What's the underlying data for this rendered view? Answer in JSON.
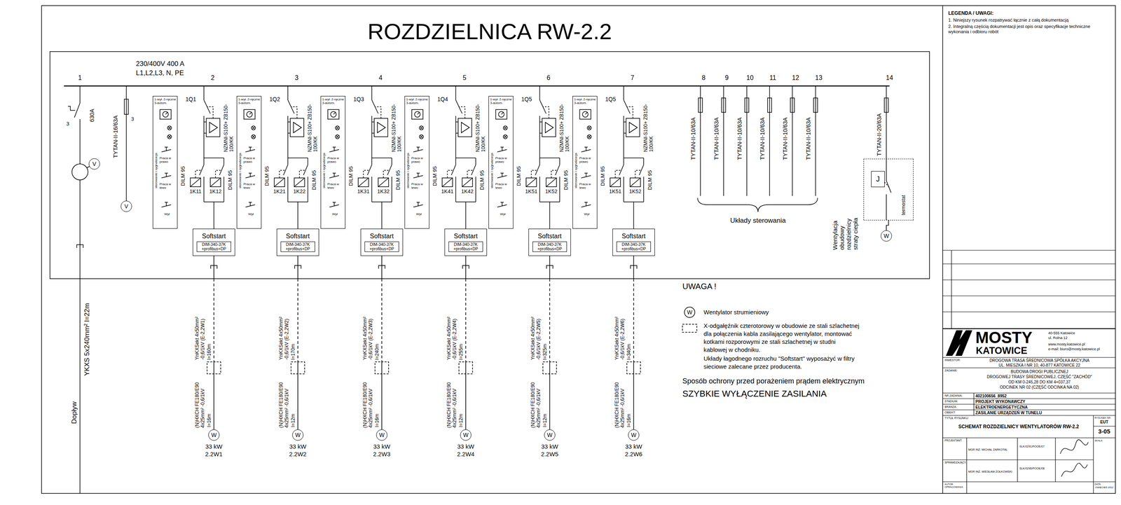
{
  "diagram": {
    "title": "ROZDZIELNICA RW-2.2",
    "nodes": [
      {
        "text": [
          "V"
        ]
      },
      {
        "text": [
          "V"
        ]
      },
      {
        "text": [
          "1-wył. 2-ręczne 3-autom.",
          "sterowanie i sygnalizacja",
          "Praca w prawo",
          "Praca w lewo",
          "Wył"
        ]
      },
      {
        "text": [
          "Softstart",
          "DIM-340-37K +profibus+DP"
        ]
      },
      {
        "text": [
          "W"
        ]
      },
      {
        "text": [
          "1-wył. 2-ręczne 3-autom.",
          "sterowanie i sygnalizacja",
          "Praca w prawo",
          "Praca w lewo",
          "Wył"
        ]
      },
      {
        "text": [
          "Softstart",
          "DIM-340-37K +profibus+DP"
        ]
      },
      {
        "text": [
          "W"
        ]
      },
      {
        "text": [
          "1-wył. 2-ręczne 3-autom.",
          "sterowanie i sygnalizacja",
          "Praca w prawo",
          "Praca w lewo",
          "Wył"
        ]
      },
      {
        "text": [
          "Softstart",
          "DIM-340-37K +profibus+DP"
        ]
      },
      {
        "text": [
          "W"
        ]
      },
      {
        "text": [
          "1-wył. 2-ręczne 3-autom.",
          "sterowanie i sygnalizacja",
          "Praca w prawo",
          "Praca w lewo",
          "Wył"
        ]
      },
      {
        "text": [
          "Softstart",
          "DIM-340-37K +profibus+DP"
        ]
      },
      {
        "text": [
          "W"
        ]
      },
      {
        "text": [
          "1-wył. 2-ręczne 3-autom.",
          "sterowanie i sygnalizacja",
          "Praca w prawo",
          "Praca w lewo",
          "Wył"
        ]
      },
      {
        "text": [
          "Softstart",
          "DIM-340-37K +profibus+DP"
        ]
      },
      {
        "text": [
          "W"
        ]
      },
      {
        "text": [
          "1-wył. 2-ręczne 3-autom.",
          "sterowanie i sygnalizacja",
          "Praca w prawo",
          "Praca w lewo",
          "Wył"
        ]
      },
      {
        "text": [
          "Softstart",
          "DIM-340-37K +profibus+DP"
        ]
      },
      {
        "text": [
          "W"
        ]
      },
      {
        "text": [
          "J",
          "termostat"
        ]
      },
      {
        "text": [
          "W"
        ]
      }
    ],
    "edges": [
      {
        "from": 3,
        "to": 4,
        "arrow": "none"
      },
      {
        "from": 6,
        "to": 7,
        "arrow": "none"
      },
      {
        "from": 9,
        "to": 10,
        "arrow": "none"
      },
      {
        "from": 12,
        "to": 13,
        "arrow": "none"
      },
      {
        "from": 15,
        "to": 16,
        "arrow": "none"
      },
      {
        "from": 18,
        "to": 19,
        "arrow": "none"
      },
      {
        "from": 20,
        "to": 21,
        "arrow": "none"
      }
    ],
    "labels": [
      "230/400V 400 A",
      "L1,L2,L3, N, PE",
      "1",
      "2",
      "3",
      "4",
      "5",
      "6",
      "7",
      "8",
      "9",
      "10",
      "11",
      "12",
      "13",
      "14",
      "630A",
      "3",
      "TYTAN-II-16/63A",
      "3",
      "Dopływ",
      "YKXS 5x240mm² l=22m",
      "1Q1",
      "NZMNI-S100+ ZB150-100/KK",
      "DILM 95",
      "DILM 95",
      "1K11",
      "1K12",
      "YnKXSekt 4x50mm² -0,6/1kV (E-2,2W1)",
      "l=160m",
      "(N)HXCH FE180/E90 4x25mm² -0,6/1kV",
      "l=16m",
      "33 kW",
      "2.2W1",
      "1Q2",
      "NZMNI-S100+ ZB150-100/KK",
      "DILM 95",
      "DILM 95",
      "1K21",
      "1K22",
      "YnKXSekt 4x50mm² -0,6/1kV (E-2,2W2)",
      "l=170m",
      "(N)HXCH FE180/E90 4x25mm² -0,6/1kV",
      "l=12m",
      "33 kW",
      "2.2W2",
      "1Q3",
      "NZMNI-S100+ ZB150-100/KK",
      "DILM 95",
      "DILM 95",
      "1K31",
      "1K32",
      "YnKXSekt 4x50mm² -0,6/1kV (E-2,2W3)",
      "l=240m",
      "(N)HXCH FE180/E90 4x25mm² -0,6/1kV",
      "l=16m",
      "33 kW",
      "2.2W3",
      "1Q4",
      "NZMNI-S100+ ZB150-100/KK",
      "DILM 95",
      "DILM 95",
      "1K41",
      "1K42",
      "YnKXSekt 4x50mm² -0,6/1kV (E-2,2W4)",
      "l=255m",
      "(N)HXCH FE180/E90 4x25mm² -0,6/1kV",
      "l=12m",
      "33 kW",
      "2.2W4",
      "1Q5",
      "NZMNI-S100+ ZB150-100/KK",
      "DILM 95",
      "DILM 95",
      "1K51",
      "1K52",
      "YnKXSekt 4x50mm² -0,6/1kV (E-2,2W5)",
      "l=325m",
      "(N)HXCH FE180/E90 4x25mm² -0,6/1kV",
      "l=12m",
      "33 kW",
      "2.2W5",
      "1Q5",
      "NZMNI-S100+ ZB150-100/KK",
      "DILM 95",
      "DILM 95",
      "1K51",
      "1K52",
      "YnKXSekt 4x50mm² -0,6/1kV (E-2,2W6)",
      "l=340m",
      "(N)HXCH FE180/E90 4x25mm² -0,6/1kV",
      "l=16m",
      "33 kW",
      "2.2W6",
      "TYTAN-II-10/63A",
      "TYTAN-II-10/63A",
      "TYTAN-II-10/63A",
      "TYTAN-II-10/63A",
      "TYTAN-II-10/63A",
      "TYTAN-II-10/63A",
      "Układy sterowania",
      "TYTAN-II-20/63A",
      "Wentylacja obudowy rozdzielnicy straty ciepła",
      "UWAGA !",
      "W",
      "Układy łagodnego rozruchu \"Softstart\" wyposażyć w filtry sieciowe zalecane przez producenta.",
      "Sposób ochrony przed porażeniem prądem elektrycznym",
      "SZYBKIE WYŁĄCZENIE ZASILANIA",
      "LEGENDA / UWAGI:",
      "1. Niniejszy rysunek rozpatrywać łącznie z całą dokumentacją",
      "2. Integralną częścią dokumentacji jest opis oraz specyfikacje techniczne wykonania i odbioru robót",
      "MOSTY",
      "KATOWICE",
      "40-555 Katowice",
      "ul. Rolna 12",
      "www.mosty.katowice.pl",
      "e-mail: biuro@mosty.katowice.pl",
      "INWESTOR:",
      "DROGOWA TRASA ŚREDNICOWA SPÓŁKA AKCYJNA",
      "UL. MIESZKA I NR 10, 40-877 KATOWICE 22",
      "ZADANIE:",
      "BUDOWA DROGI PUBLICZNEJ",
      "DROGOWEJ TRASY ŚREDNICOWEJ, CZĘŚĆ \"ZACHÓD\"",
      "OD KM 0-245,28 DO KM 4+037,37",
      "ODCINEK NR 02 (CZĘŚĆ ODCINKA NA 02)",
      "NR ZADANIA:",
      "402100656_8952",
      "STADIUM:",
      "PROJEKT WYKONAWCZY",
      "BRANŻA:",
      "ELEKTROENERGETYCZNA",
      "OBIEKT:",
      "ZASILANIE URZĄDZEŃ W TUNELU",
      "TYTUŁ RYSUNKU:",
      "SCHEMAT ROZDZIELNICY WENTYLATORÓW RW-2.2",
      "RYSUNEK NR:",
      "EUT",
      "3-05",
      "SKALA:",
      "PROJEKTANT:",
      "MGR INŻ. MICHAŁ ZARKOTAL",
      "SLK/0291/POOE/07",
      "SPRAWDZAJĄCY:",
      "MGR INŻ. WIESŁAW ŻOŁKOWSKI",
      "SLK/0295/POOE/08",
      "AUTOR OPRACOWANIA:",
      "DATA:",
      "KWIECIEŃ 2012"
    ],
    "legend": [
      {
        "text": "Wentylator strumieniowy"
      },
      {
        "text": "X-odgałęźnik czterotorowy w obudowie ze stali szlachetnej dla połączenia kabla zasilającego wentylator, montować kotkami rozporowymi ze stali szlachetnej w studni kablowej w chodniku."
      }
    ]
  }
}
